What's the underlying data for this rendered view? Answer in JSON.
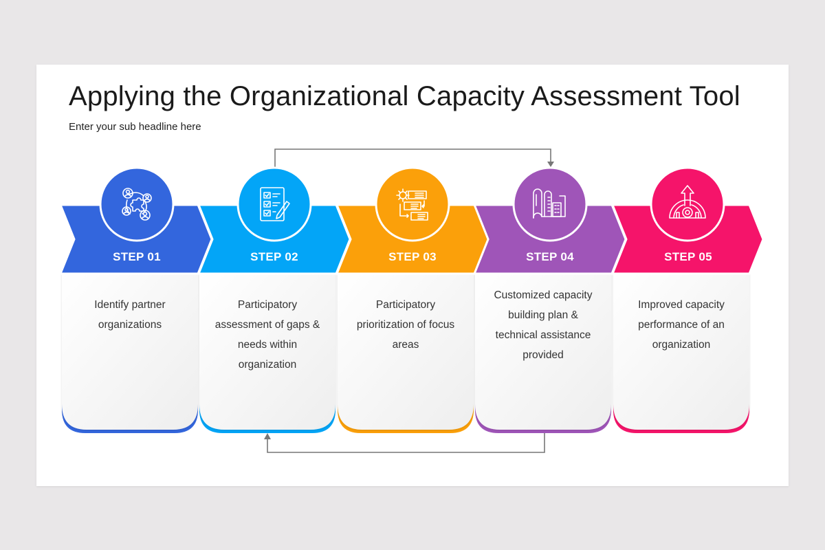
{
  "slide": {
    "title": "Applying the Organizational Capacity Assessment Tool",
    "subtitle": "Enter your sub headline here"
  },
  "steps": [
    {
      "label": "STEP 01",
      "description": "Identify partner organizations",
      "lines": [
        "Identify partner",
        "organizations"
      ],
      "icon": "puzzle-people-network-icon",
      "color": "#3366dd"
    },
    {
      "label": "STEP 02",
      "description": "Participatory assessment of gaps & needs within organization",
      "lines": [
        "Participatory",
        "assessment of gaps &",
        "needs within",
        "organization"
      ],
      "icon": "checklist-pencil-icon",
      "color": "#03a5f7"
    },
    {
      "label": "STEP 03",
      "description": "Participatory prioritization of focus areas",
      "lines": [
        "Participatory",
        "prioritization of focus",
        "areas"
      ],
      "icon": "gear-numbered-steps-icon",
      "color": "#fba00a"
    },
    {
      "label": "STEP 04",
      "description": "Customized capacity building plan & technical assistance provided",
      "lines": [
        "Customized capacity",
        "building plan &",
        "technical assistance",
        "provided"
      ],
      "icon": "blueprint-buildings-icon",
      "color": "#9f55b8"
    },
    {
      "label": "STEP 05",
      "description": "Improved capacity performance of an organization",
      "lines": [
        "Improved capacity",
        "performance of an",
        "organization"
      ],
      "icon": "growth-arrow-gear-icon",
      "color": "#f5146a"
    }
  ],
  "connectors": {
    "top": {
      "from": "STEP 02",
      "to": "STEP 04",
      "color": "#777777"
    },
    "bottom": {
      "from": "STEP 04",
      "to": "STEP 02",
      "color": "#777777"
    }
  },
  "colors": {
    "background": "#e9e7e8",
    "slide": "#ffffff",
    "card": "#f4f4f4",
    "text": "#333333",
    "title": "#1a1a1a"
  }
}
